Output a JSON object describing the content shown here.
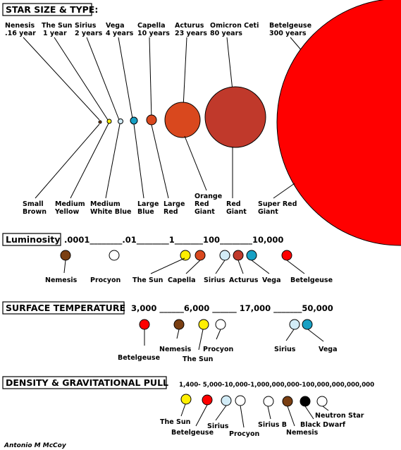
{
  "colors": {
    "brown": "#7a3f12",
    "white": "#ffffff",
    "yellow": "#ffef00",
    "orange_red": "#d9481e",
    "light_blue": "#d2ecf7",
    "red_brown": "#c0392b",
    "blue": "#17a0c4",
    "red": "#ff0000",
    "black": "#000000"
  },
  "size_section": {
    "title": "STAR SIZE & TYPE:",
    "stars": [
      {
        "name": "Nenesis",
        "distance": ".16 year",
        "type": "Small Brown"
      },
      {
        "name": "The Sun",
        "distance": "1 year",
        "type": "Medium Yellow"
      },
      {
        "name": "Sirius",
        "distance": "2 years",
        "type": "Medium White Blue"
      },
      {
        "name": "Vega",
        "distance": "4 years",
        "type": "Large Blue"
      },
      {
        "name": "Capella",
        "distance": "10 years",
        "type": "Large Red"
      },
      {
        "name": "Acturus",
        "distance": "23 years",
        "type": "Orange Red Giant"
      },
      {
        "name": "Omicron Ceti",
        "distance": "80 years",
        "type": "Red Giant"
      },
      {
        "name": "Betelgeuse",
        "distance": "300 years",
        "type": "Super Red Giant"
      }
    ],
    "type_lines": {
      "nenesis": [
        "Small",
        "Brown"
      ],
      "sun": [
        "Medium",
        "Yellow"
      ],
      "sirius": [
        "Medium",
        "White Blue"
      ],
      "vega": [
        "Large",
        "Blue"
      ],
      "capella": [
        "Large",
        "Red"
      ],
      "acturus": [
        "Orange",
        "Red",
        "Giant"
      ],
      "omicron": [
        "Red",
        "Giant"
      ],
      "betelgeuse": [
        "Super Red",
        "Giant"
      ]
    }
  },
  "luminosity": {
    "title": "Luminosity",
    "scale": ".0001________.01________1_______100________10,000",
    "stars": [
      "Nemesis",
      "Procyon",
      "The Sun",
      "Capella",
      "Sirius",
      "Acturus",
      "Vega",
      "Betelgeuse"
    ]
  },
  "temperature": {
    "title": "SURFACE TEMPERATURE",
    "scale": "3,000 ______6,000 ______ 17,000 _______50,000",
    "stars": [
      "Betelgeuse",
      "Nemesis",
      "The Sun",
      "Procyon",
      "Sirius",
      "Vega"
    ]
  },
  "density": {
    "title": "DENSITY & GRAVITATIONAL PULL",
    "scale": "1,400- 5,000-10,000-1,000,000,000-100,000,000,000,000",
    "stars": [
      "The Sun",
      "Betelgeuse",
      "Sirius",
      "Procyon",
      "Sirius B",
      "Nemesis",
      "Black Dwarf",
      "Neutron Star"
    ]
  },
  "credit": "Antonio M McCoy"
}
